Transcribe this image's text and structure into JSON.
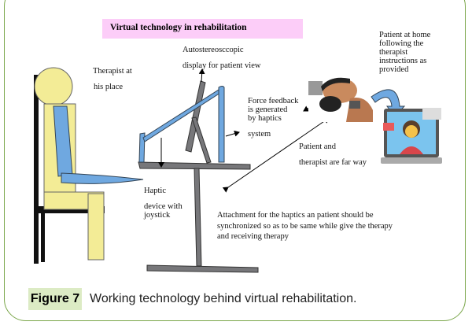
{
  "title": "Virtual technology in rehabilitation",
  "labels": {
    "therapist": [
      "Therapist at",
      "his place"
    ],
    "display": [
      "Autostereosccopic",
      "display for patient view"
    ],
    "force": [
      "Force feedback",
      "is generated",
      "by haptics",
      "system"
    ],
    "distance": [
      "Patient and",
      "therapist are far way"
    ],
    "patient": [
      "Patient at home",
      "following the",
      "therapist",
      "instructions as",
      "provided"
    ],
    "haptic": [
      "Haptic",
      "device with",
      "joystick"
    ],
    "attachment": [
      "Attachment for the haptics an patient should be",
      "synchronized so as to be same while give the therapy",
      "and receiving therapy"
    ]
  },
  "caption": {
    "label": "Figure 7",
    "text": "Working technology behind virtual rehabilitation."
  },
  "colors": {
    "blue": "#6fa8e0",
    "gray": "#77777a",
    "yellow": "#f3ec96",
    "frame": "#7aa64a"
  }
}
